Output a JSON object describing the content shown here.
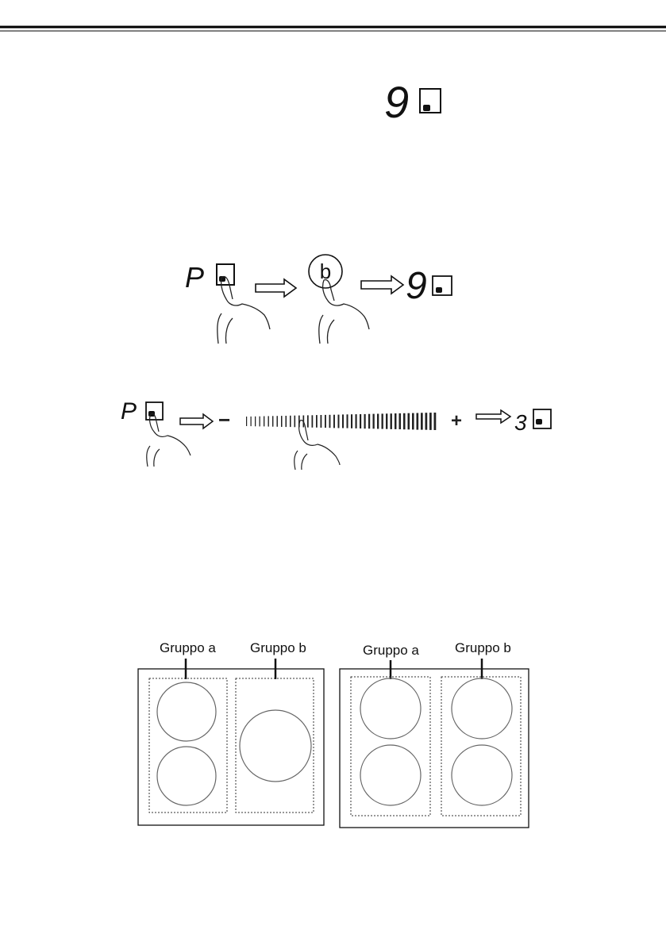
{
  "display_top": {
    "digit": "9"
  },
  "sequence_1": {
    "start": "P",
    "button_letter": "b",
    "result": "9"
  },
  "sequence_2": {
    "start": "P",
    "minus": "−",
    "plus": "+",
    "result": "3"
  },
  "groups": {
    "left_panel": {
      "group_a": "Gruppo a",
      "group_b": "Gruppo b"
    },
    "right_panel": {
      "group_a": "Gruppo a",
      "group_b": "Gruppo b"
    }
  },
  "colors": {
    "ink": "#111111",
    "line": "#555555"
  }
}
